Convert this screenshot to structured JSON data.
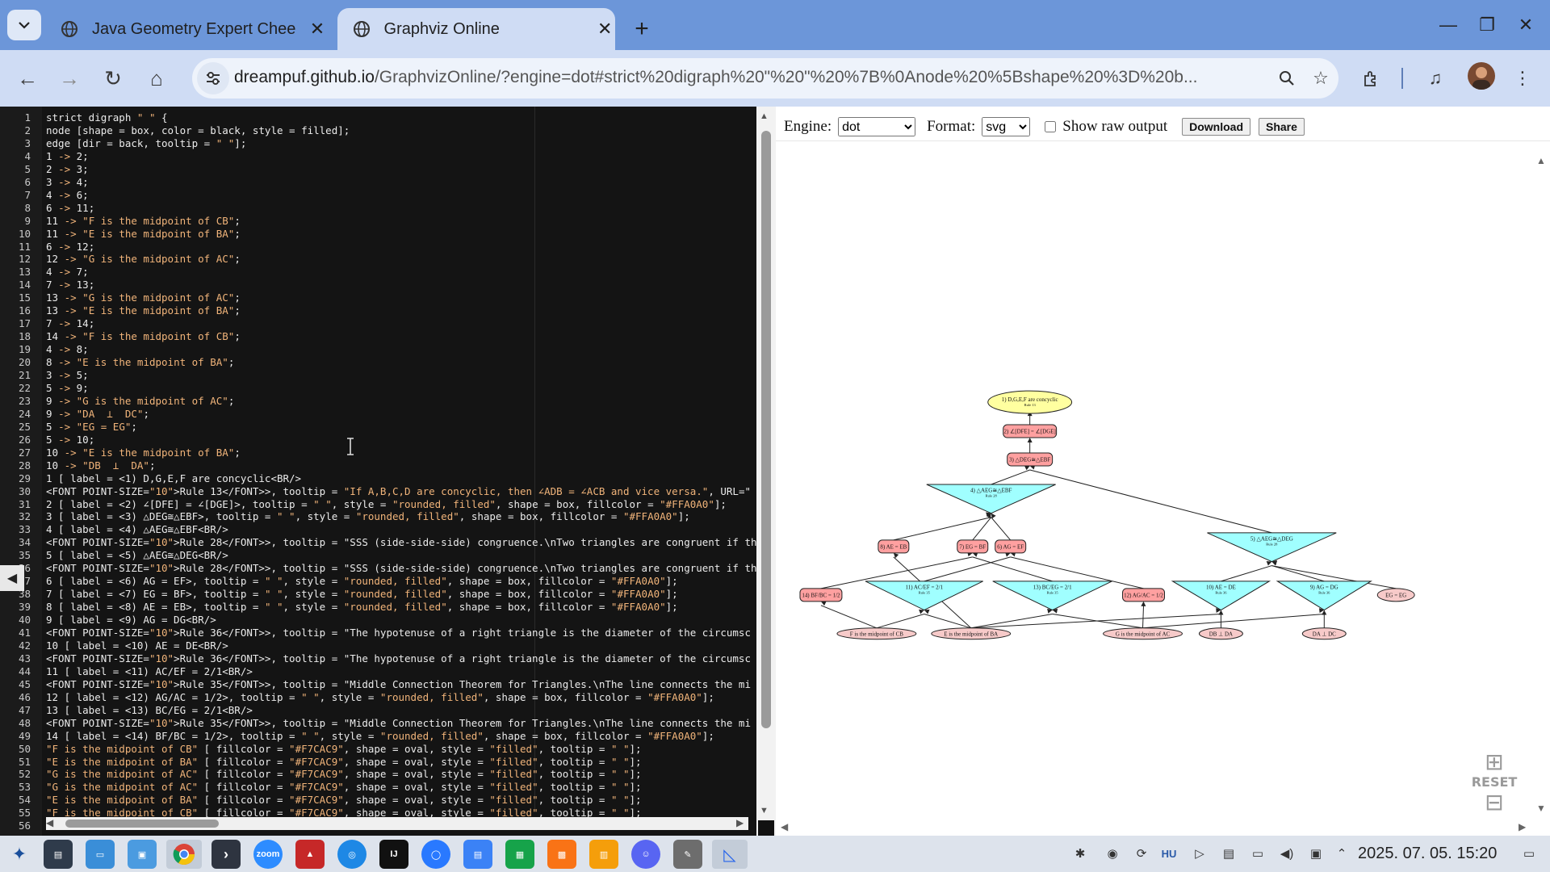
{
  "browser": {
    "tabs": [
      {
        "title": "Java Geometry Expert Chee",
        "active": false
      },
      {
        "title": "Graphviz Online",
        "active": true
      }
    ],
    "url_host": "dreampuf.github.io",
    "url_rest": "/GraphvizOnline/?engine=dot#strict%20digraph%20\"%20\"%20%7B%0Anode%20%5Bshape%20%3D%20b..."
  },
  "editor": {
    "lines": [
      "strict digraph \" \" {",
      "node [shape = box, color = black, style = filled];",
      "edge [dir = back, tooltip = \" \"];",
      "1 -> 2;",
      "2 -> 3;",
      "3 -> 4;",
      "4 -> 6;",
      "6 -> 11;",
      "11 -> \"F is the midpoint of CB\";",
      "11 -> \"E is the midpoint of BA\";",
      "6 -> 12;",
      "12 -> \"G is the midpoint of AC\";",
      "4 -> 7;",
      "7 -> 13;",
      "13 -> \"G is the midpoint of AC\";",
      "13 -> \"E is the midpoint of BA\";",
      "7 -> 14;",
      "14 -> \"F is the midpoint of CB\";",
      "4 -> 8;",
      "8 -> \"E is the midpoint of BA\";",
      "3 -> 5;",
      "5 -> 9;",
      "9 -> \"G is the midpoint of AC\";",
      "9 -> \"DA  ⊥  DC\";",
      "5 -> \"EG = EG\";",
      "5 -> 10;",
      "10 -> \"E is the midpoint of BA\";",
      "10 -> \"DB  ⊥  DA\";",
      "1 [ label = <1) D,G,E,F are concyclic<BR/>",
      "<FONT POINT-SIZE=\"10\">Rule 13</FONT>>, tooltip = \"If A,B,C,D are concyclic, then ∠ADB = ∠ACB and vice versa.\", URL=\"",
      "2 [ label = <2) ∠[DFE] = ∠[DGE]>, tooltip = \" \", style = \"rounded, filled\", shape = box, fillcolor = \"#FFA0A0\"];",
      "3 [ label = <3) △DEG≅△EBF>, tooltip = \" \", style = \"rounded, filled\", shape = box, fillcolor = \"#FFA0A0\"];",
      "4 [ label = <4) △AEG≅△EBF<BR/>",
      "<FONT POINT-SIZE=\"10\">Rule 28</FONT>>, tooltip = \"SSS (side-side-side) congruence.\\nTwo triangles are congruent if th",
      "5 [ label = <5) △AEG≅△DEG<BR/>",
      "<FONT POINT-SIZE=\"10\">Rule 28</FONT>>, tooltip = \"SSS (side-side-side) congruence.\\nTwo triangles are congruent if th",
      "6 [ label = <6) AG = EF>, tooltip = \" \", style = \"rounded, filled\", shape = box, fillcolor = \"#FFA0A0\"];",
      "7 [ label = <7) EG = BF>, tooltip = \" \", style = \"rounded, filled\", shape = box, fillcolor = \"#FFA0A0\"];",
      "8 [ label = <8) AE = EB>, tooltip = \" \", style = \"rounded, filled\", shape = box, fillcolor = \"#FFA0A0\"];",
      "9 [ label = <9) AG = DG<BR/>",
      "<FONT POINT-SIZE=\"10\">Rule 36</FONT>>, tooltip = \"The hypotenuse of a right triangle is the diameter of the circumsc",
      "10 [ label = <10) AE = DE<BR/>",
      "<FONT POINT-SIZE=\"10\">Rule 36</FONT>>, tooltip = \"The hypotenuse of a right triangle is the diameter of the circumsc",
      "11 [ label = <11) AC/EF = 2/1<BR/>",
      "<FONT POINT-SIZE=\"10\">Rule 35</FONT>>, tooltip = \"Middle Connection Theorem for Triangles.\\nThe line connects the mi",
      "12 [ label = <12) AG/AC = 1/2>, tooltip = \" \", style = \"rounded, filled\", shape = box, fillcolor = \"#FFA0A0\"];",
      "13 [ label = <13) BC/EG = 2/1<BR/>",
      "<FONT POINT-SIZE=\"10\">Rule 35</FONT>>, tooltip = \"Middle Connection Theorem for Triangles.\\nThe line connects the mi",
      "14 [ label = <14) BF/BC = 1/2>, tooltip = \" \", style = \"rounded, filled\", shape = box, fillcolor = \"#FFA0A0\"];",
      "\"F is the midpoint of CB\" [ fillcolor = \"#F7CAC9\", shape = oval, style = \"filled\", tooltip = \" \"];",
      "\"E is the midpoint of BA\" [ fillcolor = \"#F7CAC9\", shape = oval, style = \"filled\", tooltip = \" \"];",
      "\"G is the midpoint of AC\" [ fillcolor = \"#F7CAC9\", shape = oval, style = \"filled\", tooltip = \" \"];",
      "\"G is the midpoint of AC\" [ fillcolor = \"#F7CAC9\", shape = oval, style = \"filled\", tooltip = \" \"];",
      "\"E is the midpoint of BA\" [ fillcolor = \"#F7CAC9\", shape = oval, style = \"filled\", tooltip = \" \"];",
      "\"F is the midpoint of CB\" [ fillcolor = \"#F7CAC9\", shape = oval, style = \"filled\", tooltip = \" \"];",
      ""
    ]
  },
  "controls": {
    "engine_label": "Engine:",
    "engine_value": "dot",
    "format_label": "Format:",
    "format_value": "svg",
    "raw_output_label": "Show raw output",
    "download_label": "Download",
    "share_label": "Share",
    "reset_label": "RESET"
  },
  "graph": {
    "colors": {
      "yellow": "#FFFFA0",
      "red": "#FFA0A0",
      "cyan": "#A0FFFF",
      "pink": "#F7CAC9"
    },
    "nodes": [
      {
        "id": "n1",
        "shape": "ellipse",
        "fill": "yellow",
        "label": "1) D,G,E,F are concyclic",
        "rule": "Rule 13"
      },
      {
        "id": "n2",
        "shape": "box",
        "fill": "red",
        "label": "2) ∠[DFE] = ∠[DGE]"
      },
      {
        "id": "n3",
        "shape": "box",
        "fill": "red",
        "label": "3) △DEG≅△EBF"
      },
      {
        "id": "n4",
        "shape": "triangle",
        "fill": "cyan",
        "label": "4) △AEG≅△EBF",
        "rule": "Rule 28"
      },
      {
        "id": "n5",
        "shape": "triangle",
        "fill": "cyan",
        "label": "5) △AEG≅△DEG",
        "rule": "Rule 28"
      },
      {
        "id": "n8",
        "shape": "box",
        "fill": "red",
        "label": "8) AE = EB"
      },
      {
        "id": "n7",
        "shape": "box",
        "fill": "red",
        "label": "7) EG = BF"
      },
      {
        "id": "n6",
        "shape": "box",
        "fill": "red",
        "label": "6) AG = EF"
      },
      {
        "id": "n14",
        "shape": "box",
        "fill": "red",
        "label": "14) BF/BC = 1/2"
      },
      {
        "id": "n11",
        "shape": "triangle",
        "fill": "cyan",
        "label": "11) AC/EF = 2/1",
        "rule": "Rule 35"
      },
      {
        "id": "n13",
        "shape": "triangle",
        "fill": "cyan",
        "label": "13) BC/EG = 2/1",
        "rule": "Rule 35"
      },
      {
        "id": "n12",
        "shape": "box",
        "fill": "red",
        "label": "12) AG/AC = 1/2"
      },
      {
        "id": "n10",
        "shape": "triangle",
        "fill": "cyan",
        "label": "10) AE = DE",
        "rule": "Rule 36"
      },
      {
        "id": "n9",
        "shape": "triangle",
        "fill": "cyan",
        "label": "9) AG = DG",
        "rule": "Rule 36"
      },
      {
        "id": "nEG",
        "shape": "ellipse",
        "fill": "pink",
        "label": "EG = EG"
      },
      {
        "id": "nF",
        "shape": "ellipse",
        "fill": "pink",
        "label": "F is the midpoint of CB"
      },
      {
        "id": "nE",
        "shape": "ellipse",
        "fill": "pink",
        "label": "E is the midpoint of BA"
      },
      {
        "id": "nG",
        "shape": "ellipse",
        "fill": "pink",
        "label": "G is the midpoint of AC"
      },
      {
        "id": "nDB",
        "shape": "ellipse",
        "fill": "pink",
        "label": "DB  ⊥  DA"
      },
      {
        "id": "nDA",
        "shape": "ellipse",
        "fill": "pink",
        "label": "DA  ⊥  DC"
      }
    ]
  },
  "taskbar": {
    "clock": "2025. 07. 05.  15:20",
    "lang": "HU"
  }
}
